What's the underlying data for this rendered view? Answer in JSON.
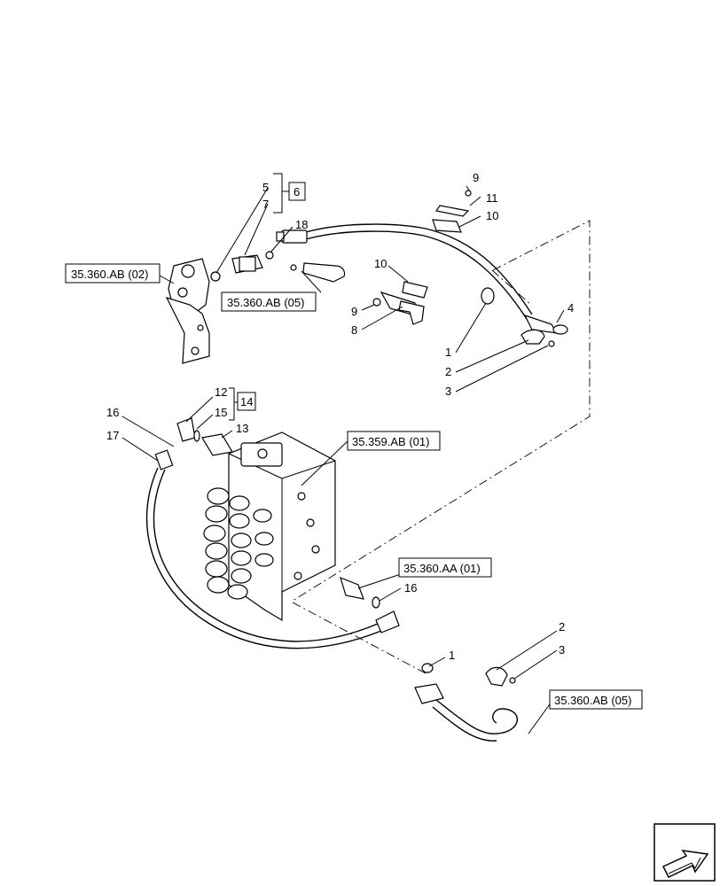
{
  "callouts": {
    "c9a": "9",
    "c11": "11",
    "c10a": "10",
    "c5": "5",
    "c7": "7",
    "c6": "6",
    "c18": "18",
    "c10b": "10",
    "c9b": "9",
    "c8": "8",
    "c4": "4",
    "c1a": "1",
    "c2a": "2",
    "c3a": "3",
    "c12": "12",
    "c15": "15",
    "c14": "14",
    "c16a": "16",
    "c17": "17",
    "c13": "13",
    "c16b": "16",
    "c1b": "1",
    "c2b": "2",
    "c3b": "3"
  },
  "refs": {
    "ref_ab02": "35.360.AB (02)",
    "ref_ab05a": "35.360.AB (05)",
    "ref_ab01": "35.359.AB (01)",
    "ref_aa01": "35.360.AA (01)",
    "ref_ab05b": "35.360.AB (05)"
  },
  "icons": {
    "nav": "arrow-nav-icon"
  }
}
